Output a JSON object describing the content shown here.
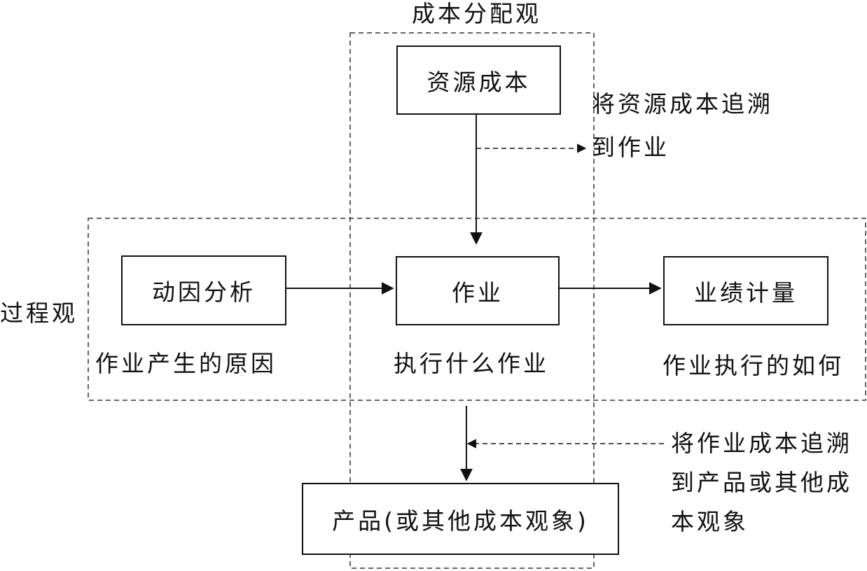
{
  "views": {
    "cost_allocation": "成本分配观",
    "process": "过程观"
  },
  "boxes": {
    "resource_cost": "资源成本",
    "driver_analysis": "动因分析",
    "activity": "作业",
    "performance": "业绩计量",
    "product": "产品(或其他成本观象)"
  },
  "captions": {
    "driver_reason": "作业产生的原因",
    "what_activity": "执行什么作业",
    "how_performed": "作业执行的如何"
  },
  "notes": {
    "trace_to_activity": [
      "将资源成本追溯",
      "到作业"
    ],
    "trace_to_product": [
      "将作业成本追溯",
      "到产品或其他成",
      "本观象"
    ]
  }
}
